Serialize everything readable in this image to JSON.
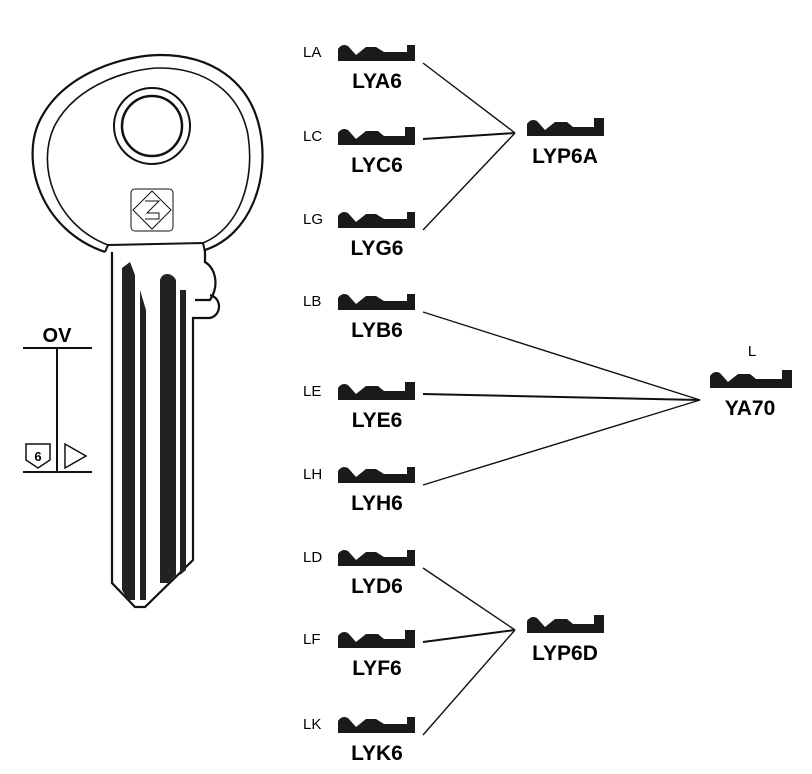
{
  "key_blank": {
    "logo": "silca-logo-icon",
    "ov_label": "OV",
    "badge_number": "6"
  },
  "groups": [
    {
      "target": {
        "code": "LYP6A",
        "label": ""
      },
      "profiles": [
        {
          "label": "LA",
          "code": "LYA6"
        },
        {
          "label": "LC",
          "code": "LYC6"
        },
        {
          "label": "LG",
          "code": "LYG6"
        }
      ]
    },
    {
      "target": {
        "code": "YA70",
        "label": "L"
      },
      "profiles": [
        {
          "label": "LB",
          "code": "LYB6"
        },
        {
          "label": "LE",
          "code": "LYE6"
        },
        {
          "label": "LH",
          "code": "LYH6"
        }
      ]
    },
    {
      "target": {
        "code": "LYP6D",
        "label": ""
      },
      "profiles": [
        {
          "label": "LD",
          "code": "LYD6"
        },
        {
          "label": "LF",
          "code": "LYF6"
        },
        {
          "label": "LK",
          "code": "LYK6"
        }
      ]
    }
  ]
}
